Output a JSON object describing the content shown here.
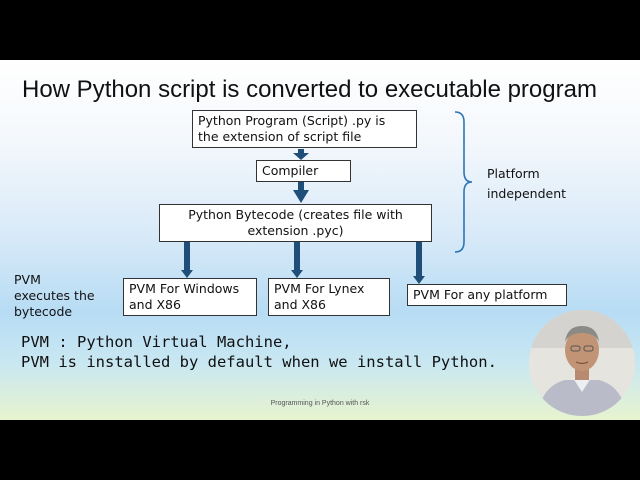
{
  "slide": {
    "title": "How Python script is converted to executable program",
    "script_box": {
      "line1": "Python Program (Script) .py is",
      "line2": "the extension of script file"
    },
    "compiler_box": {
      "label": "Compiler"
    },
    "bytecode_box": {
      "line1": "Python Bytecode (creates file with",
      "line2": "extension .pyc)"
    },
    "platform_note": {
      "line1": "Platform",
      "line2": "independent"
    },
    "pvm_note": {
      "line1": "PVM",
      "line2": "executes the",
      "line3": "bytecode"
    },
    "pvm_windows": {
      "line1": "PVM For Windows",
      "line2": "and X86"
    },
    "pvm_lynex": {
      "line1": "PVM For Lynex",
      "line2": "and X86"
    },
    "pvm_any": {
      "label": "PVM For any platform"
    },
    "definition": {
      "line1": "PVM : Python Virtual Machine,",
      "line2": "PVM is installed by default when we install Python."
    },
    "footer": "Programming in Python with rsk"
  },
  "colors": {
    "arrow": "#1f4e79",
    "brace": "#2e75b6"
  }
}
